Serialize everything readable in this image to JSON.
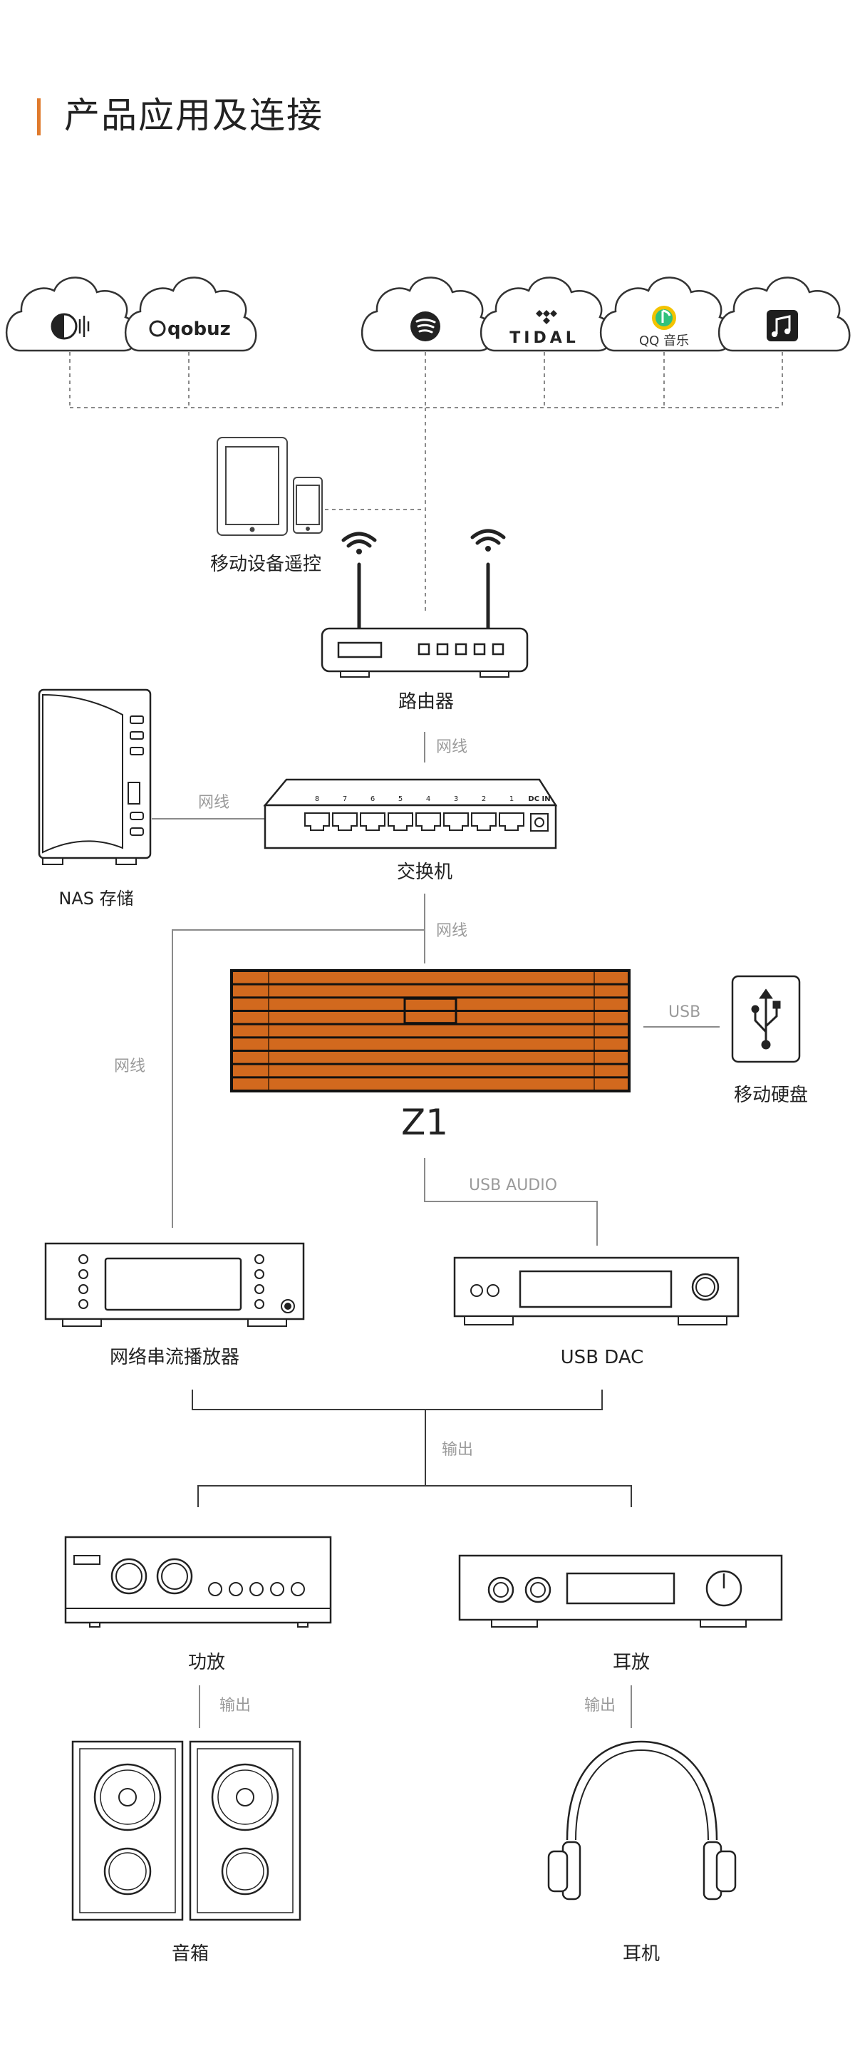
{
  "page": {
    "title": "产品应用及连接",
    "accent": "#e07a2c",
    "line_color": "#3a3a3a",
    "dash_color": "#8a8a8a",
    "label_color": "#9a9a9a",
    "wood_color": "#d2691e"
  },
  "services": {
    "qobuz": "qobuz",
    "tidal": "TIDAL",
    "qq": "QQ 音乐",
    "icons": [
      "audiobook-service-icon",
      "qobuz-logo",
      "spotify-logo",
      "tidal-logo",
      "qq-music-logo",
      "music-app-icon"
    ]
  },
  "devices": {
    "mobile": "移动设备遥控",
    "router": "路由器",
    "switch": "交换机",
    "nas": "NAS 存储",
    "player": "Z1",
    "usb_drive": "移动硬盘",
    "streamer": "网络串流播放器",
    "dac": "USB DAC",
    "amplifier": "功放",
    "headphone_amp": "耳放",
    "speakers": "音箱",
    "headphones": "耳机"
  },
  "connections": {
    "lan": "网线",
    "usb": "USB",
    "usb_audio": "USB AUDIO",
    "output": "输出"
  },
  "switch_ports": [
    "8",
    "7",
    "6",
    "5",
    "4",
    "3",
    "2",
    "1",
    "DC IN"
  ]
}
